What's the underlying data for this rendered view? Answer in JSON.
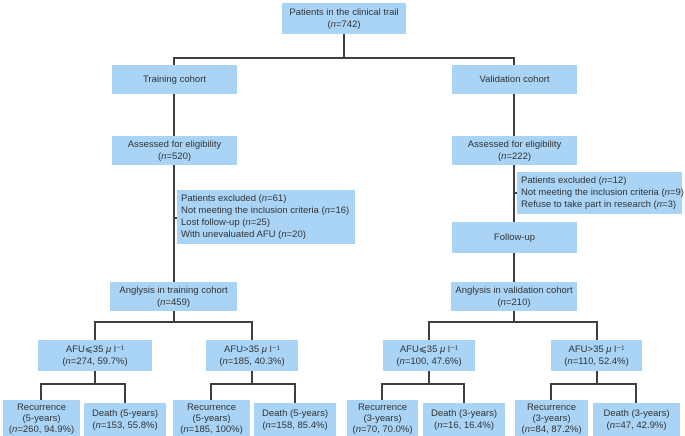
{
  "figure": {
    "description": "Patient flow diagram of clinical trial cohorts",
    "colors": {
      "box_fill": "#a9d4f6",
      "line": "#3f3f3f",
      "text": "#333333",
      "background": "#ffffff"
    }
  },
  "nodes": {
    "root": {
      "lines": [
        "Patients in the clinical trail",
        "(n=742)"
      ]
    },
    "training_cohort": {
      "lines": [
        "Training cohort"
      ]
    },
    "validation_cohort": {
      "lines": [
        "Validation cohort"
      ]
    },
    "assessed_training": {
      "lines": [
        "Assessed for eligibility",
        "(n=520)"
      ]
    },
    "assessed_validation": {
      "lines": [
        "Assessed for eligibility",
        "(n=222)"
      ]
    },
    "excluded_training": {
      "lines": [
        "Patients excluded (n=61)",
        "Not meeting the inclusion criteria (n=16)",
        "Lost follow-up (n=25)",
        "With unevaluated AFU (n=20)"
      ]
    },
    "excluded_validation": {
      "lines": [
        "Patients excluded (n=12)",
        "Not meeting the inclusion criteria (n=9)",
        "Refuse to take part in research (n=3)"
      ]
    },
    "followup": {
      "lines": [
        "Follow-up"
      ]
    },
    "analysis_training": {
      "lines": [
        "Anglysis in training cohort",
        "(n=459)"
      ]
    },
    "analysis_validation": {
      "lines": [
        "Anglysis in validation cohort",
        "(n=210)"
      ]
    },
    "afu_le35_training": {
      "lines": [
        "AFU⩽35 μ l⁻¹",
        "(n=274, 59.7%)"
      ]
    },
    "afu_gt35_training": {
      "lines": [
        "AFU>35 μ l⁻¹",
        "(n=185, 40.3%)"
      ]
    },
    "afu_le35_validation": {
      "lines": [
        "AFU⩽35 μ l⁻¹",
        "(n=100, 47.6%)"
      ]
    },
    "afu_gt35_validation": {
      "lines": [
        "AFU>35 μ l⁻¹",
        "(n=110, 52.4%)"
      ]
    },
    "recurrence_5y_le35": {
      "lines": [
        "Recurrence",
        "(5-years)",
        "(n=260, 94.9%)"
      ]
    },
    "death_5y_le35": {
      "lines": [
        "Death (5-years)",
        "(n=153, 55.8%)"
      ]
    },
    "recurrence_5y_gt35": {
      "lines": [
        "Recurrence",
        "(5-years)",
        "(n=185, 100%)"
      ]
    },
    "death_5y_gt35": {
      "lines": [
        "Death (5-years)",
        "(n=158, 85.4%)"
      ]
    },
    "recurrence_3y_le35": {
      "lines": [
        "Recurrence",
        "(3-years)",
        "(n=70, 70.0%)"
      ]
    },
    "death_3y_le35": {
      "lines": [
        "Death (3-years)",
        "(n=16, 16.4%)"
      ]
    },
    "recurrence_3y_gt35": {
      "lines": [
        "Recurrence",
        "(3-years)",
        "(n=84, 87.2%)"
      ]
    },
    "death_3y_gt35": {
      "lines": [
        "Death (3-years)",
        "(n=47, 42.9%)"
      ]
    }
  }
}
